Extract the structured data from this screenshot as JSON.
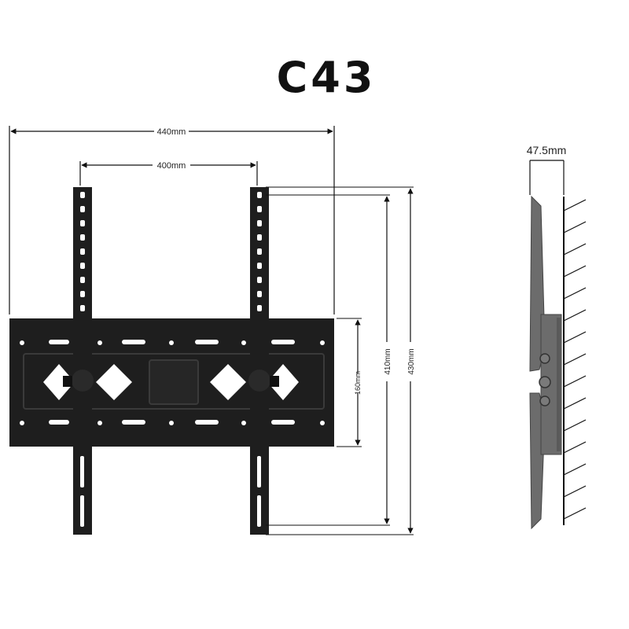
{
  "title": "C43",
  "dimensions": {
    "overall_width": "440mm",
    "arm_spacing": "400mm",
    "plate_height": "160mm",
    "inner_height": "410mm",
    "overall_height": "430mm",
    "depth": "47.5mm"
  },
  "colors": {
    "bracket": "#1e1e1e",
    "side_profile": "#6c6c6c",
    "dimension_line": "#111111"
  }
}
